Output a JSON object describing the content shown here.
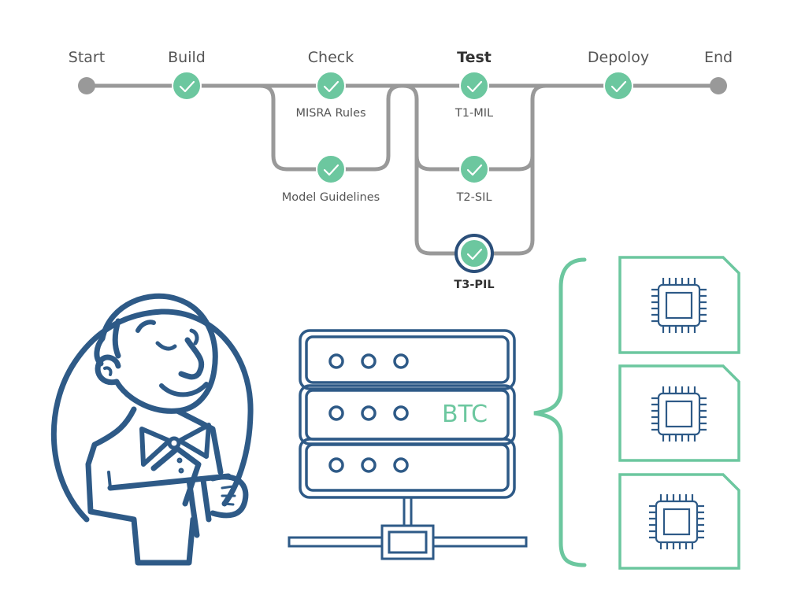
{
  "colors": {
    "success_green": "#6cc79f",
    "track_gray": "#999999",
    "navy": "#2e5a87",
    "label_gray": "#555555"
  },
  "pipeline": {
    "stages": [
      {
        "name": "Start",
        "type": "endpoint"
      },
      {
        "name": "Build",
        "status": "success"
      },
      {
        "name": "Check",
        "status": "success",
        "branches": [
          {
            "name": "MISRA Rules",
            "status": "success"
          },
          {
            "name": "Model Guidelines",
            "status": "success"
          }
        ]
      },
      {
        "name": "Test",
        "status": "success",
        "emphasized": true,
        "branches": [
          {
            "name": "T1-MIL",
            "status": "success"
          },
          {
            "name": "T2-SIL",
            "status": "success"
          },
          {
            "name": "T3-PIL",
            "status": "success",
            "selected": true
          }
        ]
      },
      {
        "name": "Depoloy",
        "status": "success"
      },
      {
        "name": "End",
        "type": "endpoint"
      }
    ]
  },
  "infrastructure": {
    "mascot_icon": "jenkins-butler-icon",
    "server": {
      "icon": "server-rack-icon",
      "units": 3,
      "label": "BTC"
    },
    "targets": [
      {
        "icon": "cpu-chip-icon"
      },
      {
        "icon": "cpu-chip-icon"
      },
      {
        "icon": "cpu-chip-icon"
      }
    ]
  }
}
